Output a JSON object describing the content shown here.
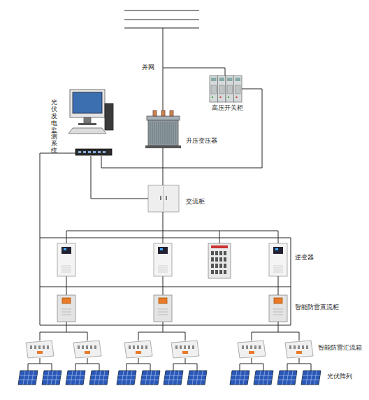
{
  "diagram": {
    "nodes": [
      {
        "text": [
          "高压开关柜"
        ]
      },
      {
        "text": [
          "升压变压器"
        ]
      },
      {
        "text": [
          "光伏发电监测系统"
        ]
      },
      {
        "text": [
          "交流柜"
        ]
      },
      {
        "text": [
          "逆变器"
        ]
      },
      {
        "text": [
          "智能防雷直流柜"
        ]
      },
      {
        "text": [
          "智能防雷汇流箱"
        ]
      },
      {
        "text": [
          "光伏阵列"
        ]
      }
    ],
    "edges": [
      {
        "from": 1,
        "to": 0,
        "arrow": "none"
      },
      {
        "from": 0,
        "to": 2,
        "arrow": "none"
      },
      {
        "from": 1,
        "to": 3,
        "arrow": "none"
      },
      {
        "from": 2,
        "to": 3,
        "arrow": "none"
      },
      {
        "from": 3,
        "to": 4,
        "arrow": "none"
      },
      {
        "from": 4,
        "to": 5,
        "arrow": "none"
      },
      {
        "from": 5,
        "to": 6,
        "arrow": "none"
      },
      {
        "from": 6,
        "to": 7,
        "arrow": "none"
      }
    ],
    "labels": [
      "并网"
    ]
  }
}
